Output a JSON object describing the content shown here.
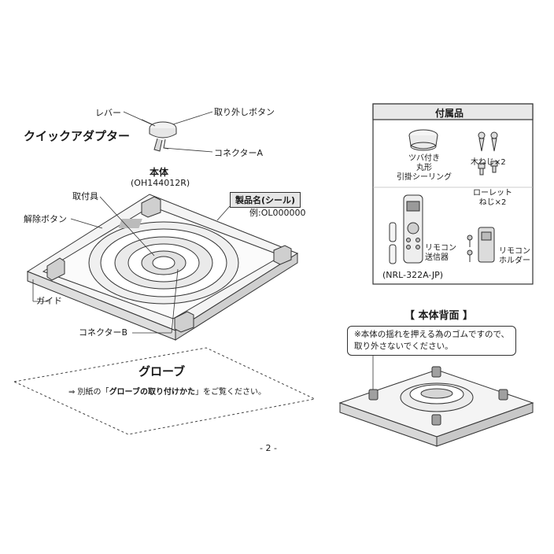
{
  "adapter": {
    "lever_label": "レバー",
    "release_button_label": "取り外しボタン",
    "title": "クイックアダプター",
    "connector_a_label": "コネクターA"
  },
  "main_body": {
    "title": "本体",
    "model": "(OH144012R)",
    "mount_label": "取付具",
    "unlock_button_label": "解除ボタン",
    "product_name_label": "製品名(シール)",
    "product_name_example": "例:OL000000",
    "guide_label": "ガイド",
    "connector_b_label": "コネクターB"
  },
  "globe": {
    "title": "グローブ",
    "note_prefix": "⇒ 別紙の「",
    "note_emphasis": "グローブの取り付けかた",
    "note_suffix": "」をご覧ください。"
  },
  "accessories": {
    "title": "付属品",
    "ceiling_label_lines": [
      "ツバ付き",
      "丸形",
      "引掛シーリング"
    ],
    "wood_screw_label": "木ねじ×2",
    "knurled_screw_label_lines": [
      "ローレット",
      "ねじ×2"
    ],
    "remote_label_lines": [
      "リモコン",
      "送信器"
    ],
    "remote_model": "(NRL-322A-JP)",
    "holder_label_lines": [
      "リモコン",
      "ホルダー"
    ]
  },
  "back_view": {
    "title": "【 本体背面 】",
    "note_lines": [
      "※本体の揺れを押える為のゴムですので、",
      "取り外さないでください。"
    ]
  },
  "page_number": "- 2 -",
  "colors": {
    "line": "#333333",
    "light_fill": "#f2f2f2",
    "mid_fill": "#d9d9d9",
    "dark_fill": "#8c8c8c"
  }
}
